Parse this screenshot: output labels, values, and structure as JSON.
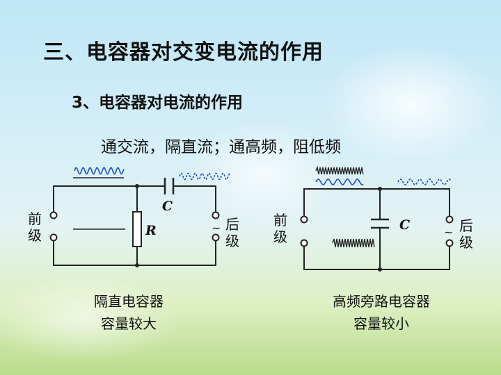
{
  "slide": {
    "title": "三、电容器对交变电流的作用",
    "subtitle": "3、电容器对电流的作用",
    "statement": "通交流，隔直流；通高频，阻低频"
  },
  "circuit_left": {
    "capacitor_label": "C",
    "resistor_label": "R",
    "front_label_1": "前",
    "front_label_2": "级",
    "back_label_1": "后",
    "back_label_2": "级",
    "ac_mark": "~",
    "caption_line1": "隔直电容器",
    "caption_line2": "容量较大"
  },
  "circuit_right": {
    "capacitor_label": "C",
    "front_label_1": "前",
    "front_label_2": "级",
    "back_label_1": "后",
    "back_label_2": "级",
    "ac_mark": "~",
    "caption_line1": "高频旁路电容器",
    "caption_line2": "容量较小"
  },
  "colors": {
    "wire": "#222222",
    "wave_signal": "#1f4fbf",
    "component_fill": "#ffffff"
  }
}
